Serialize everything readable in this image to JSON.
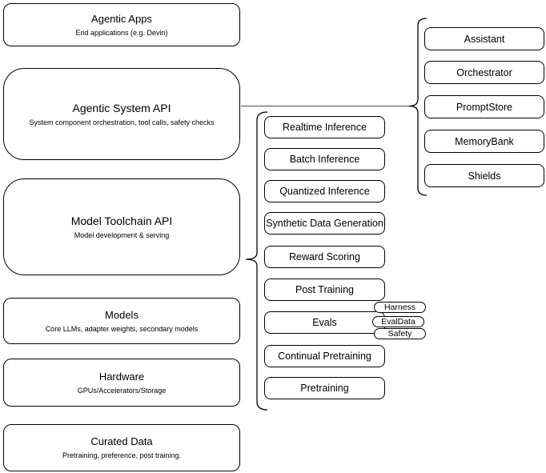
{
  "diagram": {
    "stack": [
      {
        "title": "Agentic Apps",
        "subtitle": "End applications (e.g. Devin)"
      },
      {
        "title": "Agentic System API",
        "subtitle": "System component orchestration, tool calls, safety checks"
      },
      {
        "title": "Model Toolchain API",
        "subtitle": "Model development & serving"
      },
      {
        "title": "Models",
        "subtitle": "Core LLMs, adapter weights, secondary models"
      },
      {
        "title": "Hardware",
        "subtitle": "GPUs/Accelerators/Storage"
      },
      {
        "title": "Curated Data",
        "subtitle": "Pretraining, preference, post training."
      }
    ],
    "toolchain_items": [
      "Realtime Inference",
      "Batch Inference",
      "Quantized Inference",
      "Synthetic Data Generation",
      "Reward Scoring",
      "Post Training",
      "Evals",
      "Continual Pretraining",
      "Pretraining"
    ],
    "evals_badges": [
      "Harness",
      "EvalData",
      "Safety"
    ],
    "system_items": [
      "Assistant",
      "Orchestrator",
      "PromptStore",
      "MemoryBank",
      "Shields"
    ],
    "colors": {
      "stroke": "#000000",
      "fill": "#ffffff",
      "connector": "#4d4d4d"
    }
  }
}
